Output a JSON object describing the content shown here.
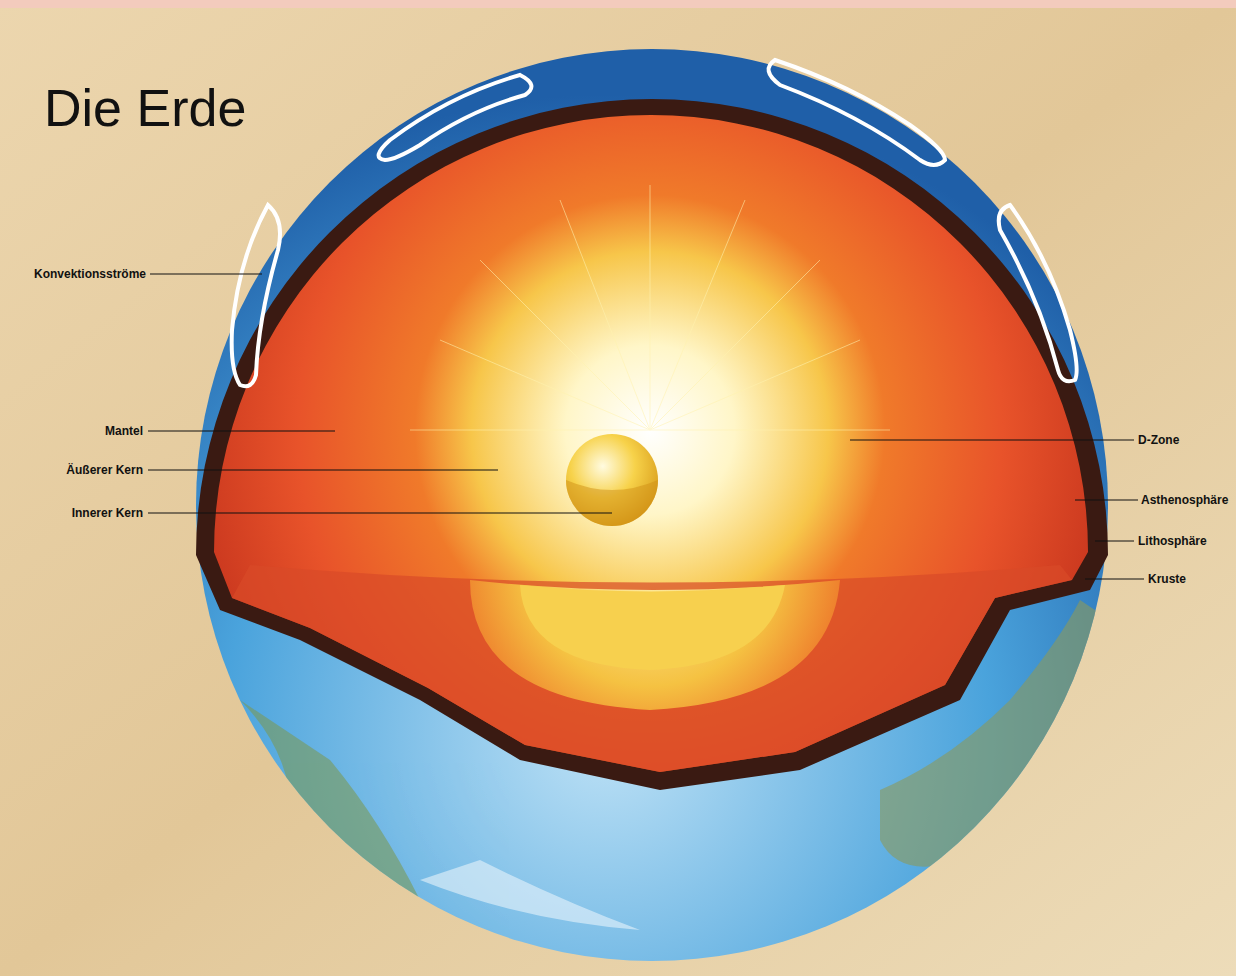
{
  "diagram": {
    "title": "Die Erde",
    "labels": [
      "Konvektionsströme",
      "Mantel",
      "Äußerer Kern",
      "Innerer Kern",
      "D-Zone",
      "Asthenosphäre",
      "Lithosphäre",
      "Kruste"
    ]
  }
}
